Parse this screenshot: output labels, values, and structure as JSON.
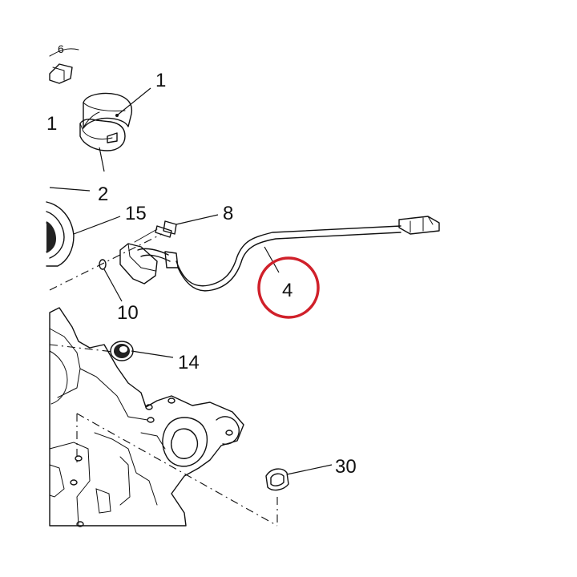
{
  "diagram": {
    "callouts": [
      {
        "id": "1",
        "text": "1"
      },
      {
        "id": "1b",
        "text": "1"
      },
      {
        "id": "2",
        "text": "2"
      },
      {
        "id": "15",
        "text": "15"
      },
      {
        "id": "8",
        "text": "8"
      },
      {
        "id": "10",
        "text": "10"
      },
      {
        "id": "4",
        "text": "4"
      },
      {
        "id": "14",
        "text": "14"
      },
      {
        "id": "30",
        "text": "30"
      },
      {
        "id": "6",
        "text": "6"
      }
    ],
    "highlight": {
      "target": "4",
      "color": "#d0202a"
    },
    "line_color": "#111111"
  }
}
